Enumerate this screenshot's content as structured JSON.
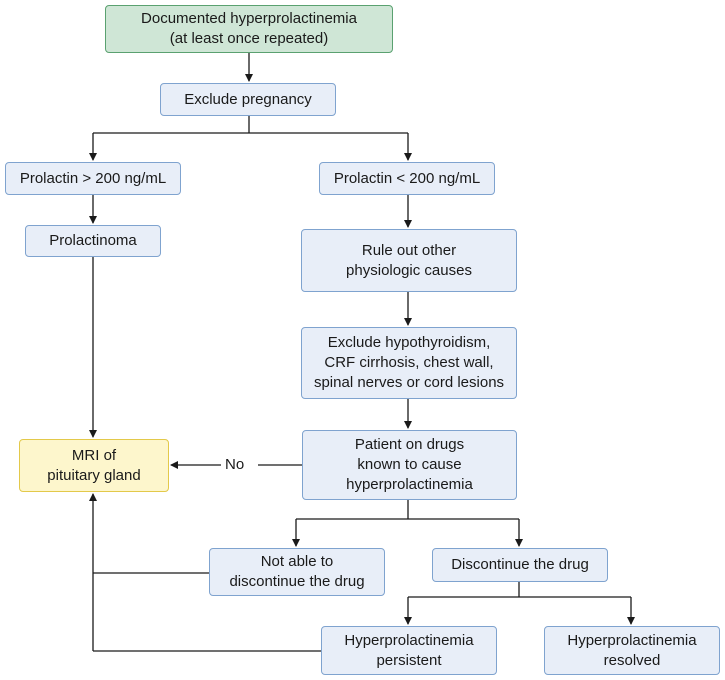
{
  "nodes": {
    "documented": "Documented hyperprolactinemia\n(at least once repeated)",
    "exclude_pregnancy": "Exclude pregnancy",
    "prl_high": "Prolactin > 200 ng/mL",
    "prl_low": "Prolactin < 200 ng/mL",
    "prolactinoma": "Prolactinoma",
    "rule_out": "Rule out other\nphysiologic causes",
    "exclude_hypo": "Exclude hypothyroidism,\nCRF cirrhosis, chest wall,\nspinal nerves or cord lesions",
    "patient_drugs": "Patient on drugs\nknown to cause\nhyperprolactinemia",
    "mri": "MRI of\npituitary gland",
    "not_able": "Not able to\ndiscontinue the drug",
    "discontinue": "Discontinue the drug",
    "persistent": "Hyperprolactinemia\npersistent",
    "resolved": "Hyperprolactinemia\nresolved"
  },
  "edge_labels": {
    "no": "No"
  },
  "colors": {
    "start_fill": "#cfe6d6",
    "node_fill": "#e8eef8",
    "mri_fill": "#fdf6cc"
  }
}
